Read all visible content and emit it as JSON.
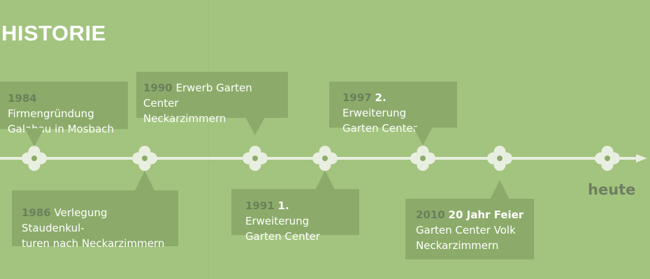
{
  "page": {
    "title": "HISTORIE"
  },
  "timeline": {
    "end_label": "heute",
    "events": [
      {
        "year": "1984",
        "bold": "",
        "text": "Firmengründung",
        "line2": "Galabau in Mosbach",
        "line3": ""
      },
      {
        "year": "1986",
        "bold": "",
        "text": "Verlegung Staudenkul-",
        "line2": "turen nach Neckarzimmern",
        "line3": ""
      },
      {
        "year": "1990",
        "bold": "",
        "text": "Erwerb Garten Center",
        "line2": "Neckarzimmern",
        "line3": ""
      },
      {
        "year": "1991",
        "bold": "1.",
        "text": "Erweiterung",
        "line2": "Garten Center",
        "line3": ""
      },
      {
        "year": "1997",
        "bold": "2.",
        "text": "Erweiterung",
        "line2": "Garten Center",
        "line3": ""
      },
      {
        "year": "2010",
        "bold": "20 Jahr Feier",
        "text": "",
        "line2": "Garten Center Volk",
        "line3": "Neckarzimmern"
      }
    ]
  },
  "colors": {
    "background": "#a3c47f",
    "box": "#8cab6a",
    "axis": "#e9efe0",
    "year_text": "#6b7f5c",
    "heute_text": "#6e7e60"
  },
  "icons": {
    "marker": "flower-icon",
    "axis_end": "arrow-right-icon"
  }
}
